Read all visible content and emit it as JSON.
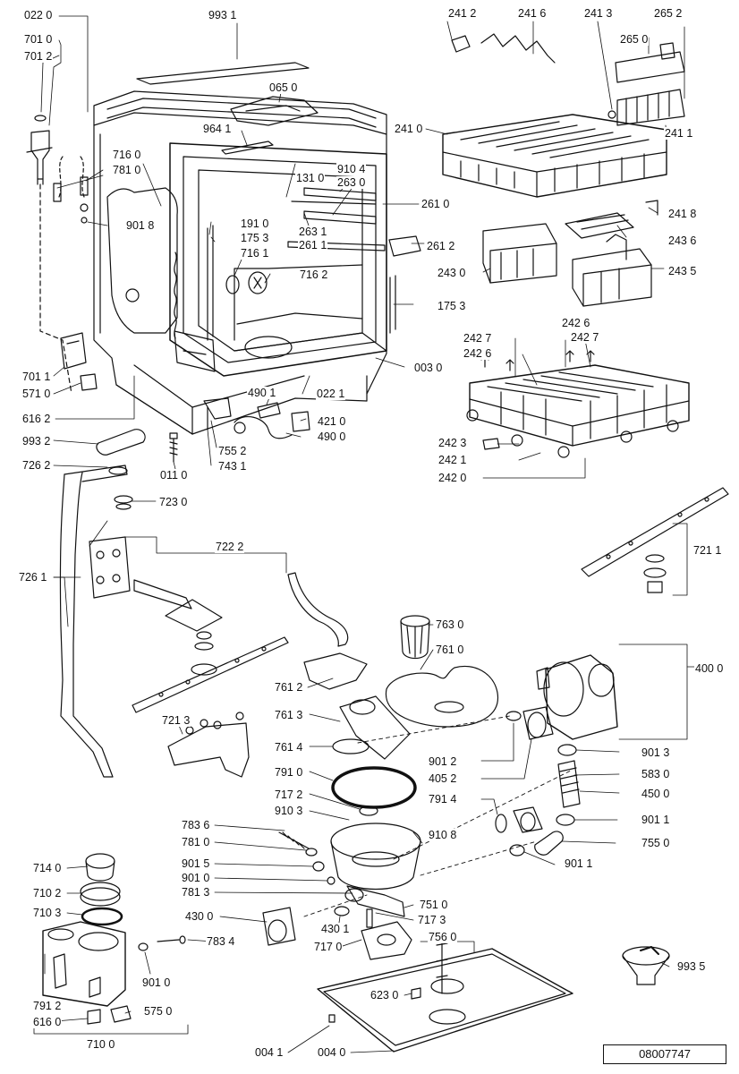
{
  "labels": [
    "022 0",
    "993 1",
    "241 2",
    "241 6",
    "241 3",
    "265 2",
    "701 0",
    "701 2",
    "265 0",
    "065 0",
    "964 1",
    "241 0",
    "241 1",
    "716 0",
    "781 0",
    "131 0",
    "910 4",
    "263 0",
    "261 0",
    "241 8",
    "901 8",
    "191 0",
    "175 3",
    "263 1",
    "261 1",
    "261 2",
    "243 6",
    "716 1",
    "716 2",
    "243 0",
    "243 5",
    "175 3",
    "242 6",
    "242 7",
    "242 7",
    "242 6",
    "003 0",
    "701 1",
    "571 0",
    "490 1",
    "022 1",
    "616 2",
    "421 0",
    "490 0",
    "242 3",
    "993 2",
    "755 2",
    "242 1",
    "726 2",
    "011 0",
    "743 1",
    "242 0",
    "723 0",
    "722 2",
    "721 1",
    "726 1",
    "763 0",
    "761 0",
    "400 0",
    "761 2",
    "761 3",
    "721 3",
    "761 4",
    "901 2",
    "901 3",
    "405 2",
    "583 0",
    "791 0",
    "450 0",
    "717 2",
    "791 4",
    "910 3",
    "910 8",
    "901 1",
    "783 6",
    "781 0",
    "755 0",
    "901 5",
    "901 1",
    "714 0",
    "901 0",
    "710 2",
    "781 3",
    "751 0",
    "710 3",
    "430 0",
    "430 1",
    "717 3",
    "783 4",
    "756 0",
    "717 0",
    "993 5",
    "901 0",
    "791 2",
    "623 0",
    "616 0",
    "575 0",
    "710 0",
    "004 1",
    "004 0"
  ],
  "document_id": "08007747"
}
